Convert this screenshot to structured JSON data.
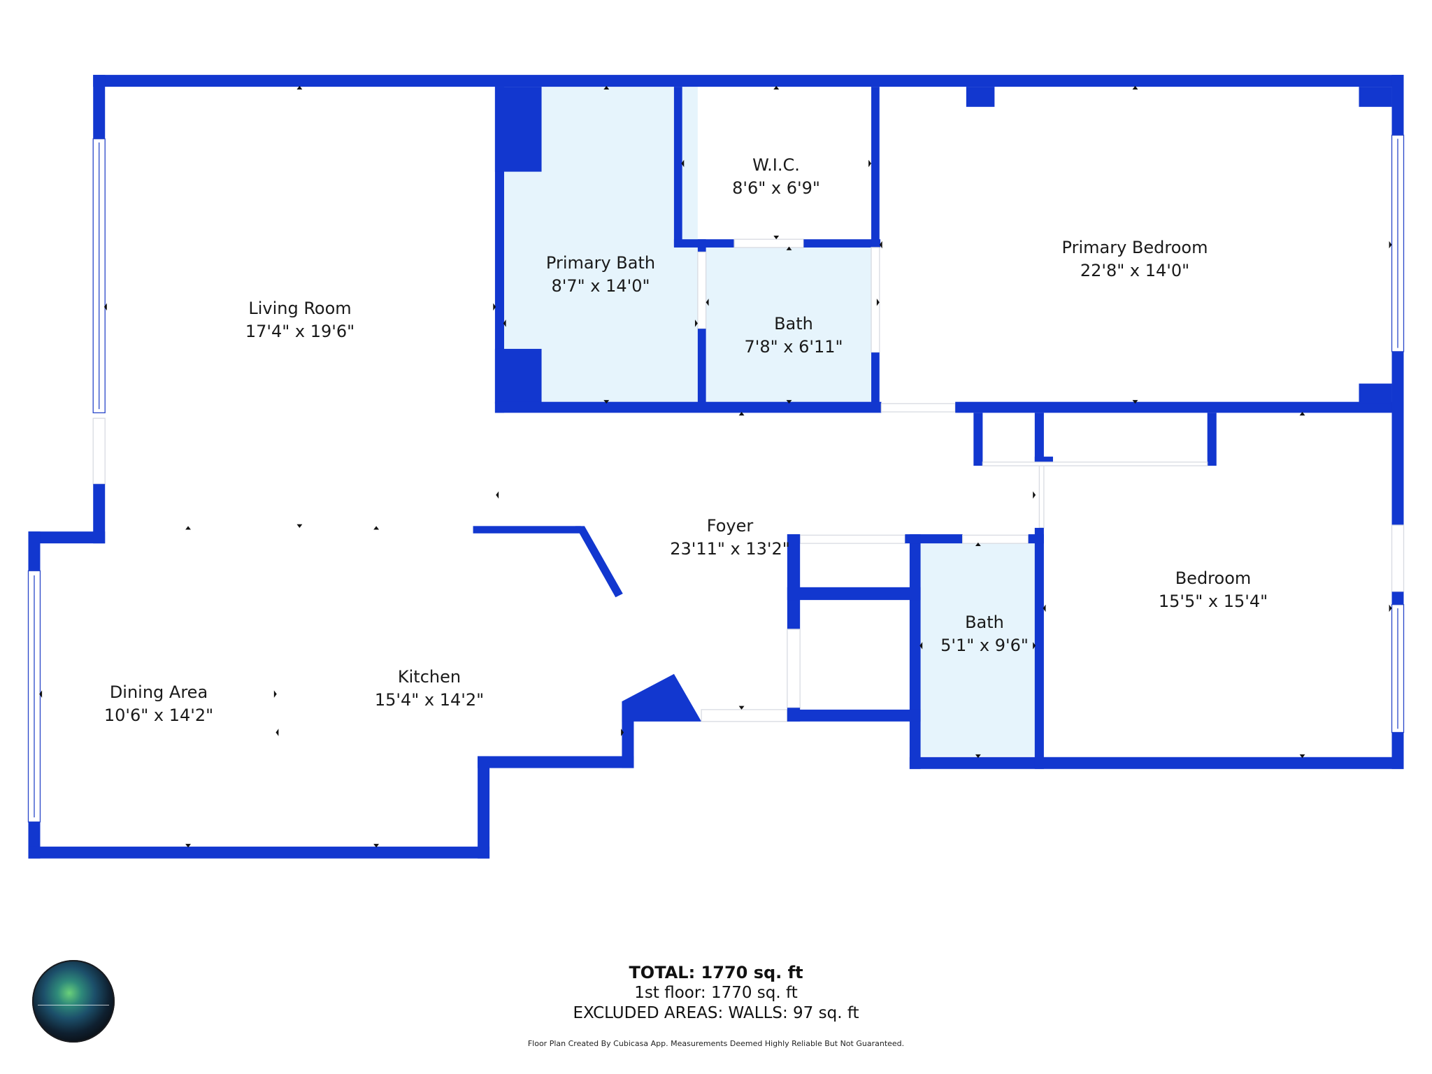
{
  "colors": {
    "wall": "#1237cf",
    "bath_fill": "#e6f4fc",
    "background": "#ffffff",
    "text": "#1a1a1a"
  },
  "rooms": [
    {
      "id": "living-room",
      "name": "Living Room",
      "dims": "17'4\" x 19'6\""
    },
    {
      "id": "primary-bath",
      "name": "Primary Bath",
      "dims": "8'7\" x 14'0\""
    },
    {
      "id": "wic",
      "name": "W.I.C.",
      "dims": "8'6\" x 6'9\""
    },
    {
      "id": "bath-1",
      "name": "Bath",
      "dims": "7'8\" x 6'11\""
    },
    {
      "id": "primary-bedroom",
      "name": "Primary Bedroom",
      "dims": "22'8\" x 14'0\""
    },
    {
      "id": "foyer",
      "name": "Foyer",
      "dims": "23'11\" x 13'2\""
    },
    {
      "id": "dining-area",
      "name": "Dining Area",
      "dims": "10'6\" x 14'2\""
    },
    {
      "id": "kitchen",
      "name": "Kitchen",
      "dims": "15'4\" x 14'2\""
    },
    {
      "id": "bath-2",
      "name": "Bath",
      "dims": "5'1\" x 9'6\""
    },
    {
      "id": "bedroom",
      "name": "Bedroom",
      "dims": "15'5\" x 15'4\""
    }
  ],
  "footer": {
    "total": "TOTAL: 1770 sq. ft",
    "floor": "1st floor: 1770 sq. ft",
    "excluded": "EXCLUDED AREAS: WALLS: 97 sq. ft",
    "disclaimer": "Floor Plan Created By Cubicasa App. Measurements Deemed Highly Reliable But Not Guaranteed."
  },
  "logo": {
    "icon": "camera-lens-logo"
  }
}
